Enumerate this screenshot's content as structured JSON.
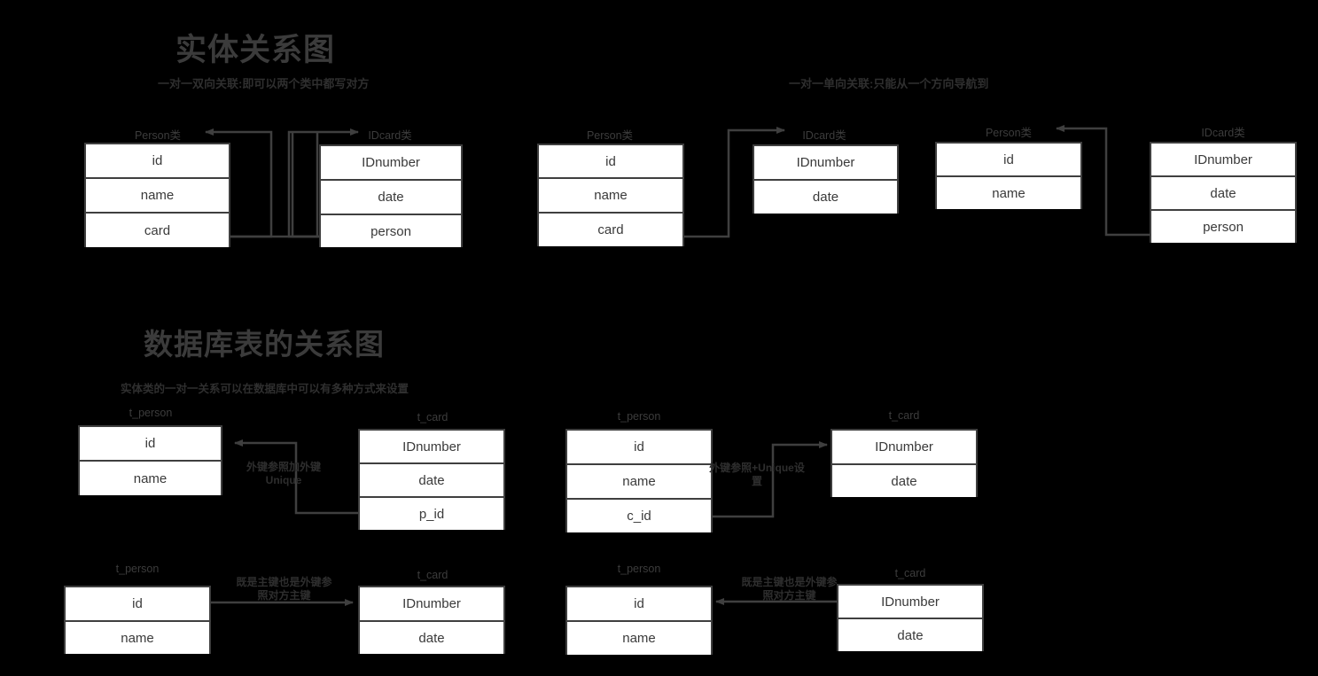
{
  "page": {
    "background": "#000000",
    "heading_color": "#3b3b3b",
    "box_border_color": "#3f3f3f",
    "box_fill_color": "#ffffff",
    "wire_color": "#3f3f3f"
  },
  "sections": {
    "entity": {
      "title": "实体关系图",
      "sub_bidirectional": "一对一双向关联:即可以两个类中都写对方",
      "sub_unidirectional": "一对一单向关联:只能从一个方向导航到"
    },
    "database": {
      "title": "数据库表的关系图",
      "sub": "实体类的一对一关系可以在数据库中可以有多种方式来设置"
    }
  },
  "diagrams": [
    {
      "id": "er-bidirectional",
      "left_label": "Person类",
      "left_rows": [
        "id",
        "name",
        "card"
      ],
      "right_label": "IDcard类",
      "right_rows": [
        "IDnumber",
        "date",
        "person"
      ],
      "edge_label": ""
    },
    {
      "id": "er-uni-person-to-card",
      "left_label": "Person类",
      "left_rows": [
        "id",
        "name",
        "card"
      ],
      "right_label": "IDcard类",
      "right_rows": [
        "IDnumber",
        "date"
      ],
      "edge_label": ""
    },
    {
      "id": "er-uni-card-to-person",
      "left_label": "Person类",
      "left_rows": [
        "id",
        "name"
      ],
      "right_label": "IDcard类",
      "right_rows": [
        "IDnumber",
        "date",
        "person"
      ],
      "edge_label": ""
    },
    {
      "id": "db-fk-on-card",
      "left_label": "t_person",
      "left_rows": [
        "id",
        "name"
      ],
      "right_label": "t_card",
      "right_rows": [
        "IDnumber",
        "date",
        "p_id"
      ],
      "edge_label": "外键参照加外键\nUnique"
    },
    {
      "id": "db-fk-on-person",
      "left_label": "t_person",
      "left_rows": [
        "id",
        "name",
        "c_id"
      ],
      "right_label": "t_card",
      "right_rows": [
        "IDnumber",
        "date"
      ],
      "edge_label": "外键参照+Unique设\n置"
    },
    {
      "id": "db-pk-fk-left-to-right",
      "left_label": "t_person",
      "left_rows": [
        "id",
        "name"
      ],
      "right_label": "t_card",
      "right_rows": [
        "IDnumber",
        "date"
      ],
      "edge_label": "既是主键也是外键参\n照对方主键"
    },
    {
      "id": "db-pk-fk-right-to-left",
      "left_label": "t_person",
      "left_rows": [
        "id",
        "name"
      ],
      "right_label": "t_card",
      "right_rows": [
        "IDnumber",
        "date"
      ],
      "edge_label": "既是主键也是外键参\n照对方主键"
    }
  ]
}
